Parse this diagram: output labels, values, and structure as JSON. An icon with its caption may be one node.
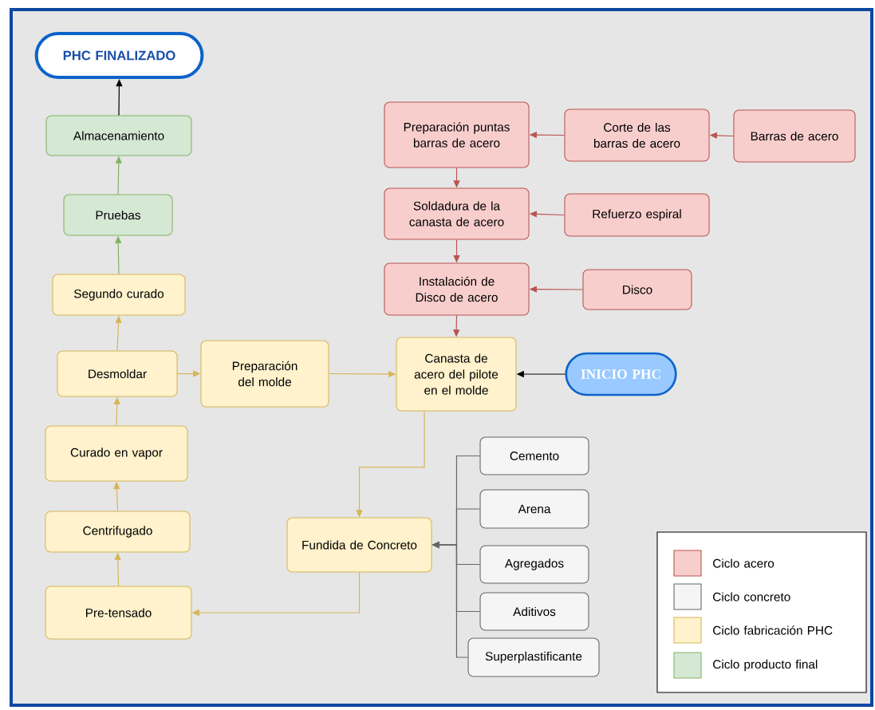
{
  "diagram": {
    "nodes": [
      {
        "text": [
          "PHC FINALIZADO"
        ]
      },
      {
        "text": [
          "Almacenamiento"
        ]
      },
      {
        "text": [
          "Pruebas"
        ]
      },
      {
        "text": [
          "Segundo curado"
        ]
      },
      {
        "text": [
          "Preparación puntas barras de acero"
        ]
      },
      {
        "text": [
          "Corte de las barras de acero"
        ]
      },
      {
        "text": [
          "Barras de acero"
        ]
      },
      {
        "text": [
          "Soldadura de la canasta de acero"
        ]
      },
      {
        "text": [
          "Refuerzo espiral"
        ]
      },
      {
        "text": [
          "Instalación de Disco de acero"
        ]
      },
      {
        "text": [
          "Disco"
        ]
      },
      {
        "text": [
          "Desmoldar"
        ]
      },
      {
        "text": [
          "Preparación del molde"
        ]
      },
      {
        "text": [
          "Canasta de acero del pilote en el molde"
        ]
      },
      {
        "text": [
          "INICIO PHC"
        ]
      },
      {
        "text": [
          "Curado en vapor"
        ]
      },
      {
        "text": [
          "Cemento"
        ]
      },
      {
        "text": [
          "Arena"
        ]
      },
      {
        "text": [
          "Centrifugado"
        ]
      },
      {
        "text": [
          "Fundida de Concreto"
        ]
      },
      {
        "text": [
          "Agregados"
        ]
      },
      {
        "text": [
          "Aditivos"
        ]
      },
      {
        "text": [
          "Pre-tensado"
        ]
      },
      {
        "text": [
          "Superplastificante"
        ]
      }
    ],
    "edges": [
      {
        "from": 6,
        "to": 5,
        "arrow": "to",
        "color": "#b85450"
      },
      {
        "from": 5,
        "to": 4,
        "arrow": "to",
        "color": "#b85450"
      },
      {
        "from": 4,
        "to": 7,
        "arrow": "to",
        "color": "#b85450"
      },
      {
        "from": 8,
        "to": 7,
        "arrow": "to",
        "color": "#b85450"
      },
      {
        "from": 7,
        "to": 9,
        "arrow": "to",
        "color": "#b85450"
      },
      {
        "from": 10,
        "to": 9,
        "arrow": "to",
        "color": "#b85450"
      },
      {
        "from": 9,
        "to": 13,
        "arrow": "to",
        "color": "#b85450"
      },
      {
        "from": 14,
        "to": 13,
        "arrow": "to",
        "color": "#000000"
      },
      {
        "from": 11,
        "to": 12,
        "arrow": "to"
      },
      {
        "from": 12,
        "to": 13,
        "arrow": "to"
      },
      {
        "from": 13,
        "to": 19,
        "arrow": "to"
      },
      {
        "from": 19,
        "to": 22,
        "arrow": "to"
      },
      {
        "from": 22,
        "to": 18,
        "arrow": "to"
      },
      {
        "from": 18,
        "to": 15,
        "arrow": "to"
      },
      {
        "from": 15,
        "to": 11,
        "arrow": "to"
      },
      {
        "from": 11,
        "to": 3,
        "arrow": "to"
      },
      {
        "from": 3,
        "to": 2,
        "arrow": "to",
        "color": "#82b366"
      },
      {
        "from": 2,
        "to": 1,
        "arrow": "to",
        "color": "#82b366"
      },
      {
        "from": 1,
        "to": 0,
        "arrow": "to",
        "color": "#000000"
      },
      {
        "from": 16,
        "to": 19,
        "arrow": "to",
        "color": "#666666"
      },
      {
        "from": 17,
        "to": 19,
        "arrow": "to",
        "color": "#666666"
      },
      {
        "from": 20,
        "to": 19,
        "arrow": "to",
        "color": "#666666"
      },
      {
        "from": 21,
        "to": 19,
        "arrow": "to",
        "color": "#666666"
      },
      {
        "from": 23,
        "to": 19,
        "arrow": "to",
        "color": "#666666"
      }
    ],
    "legend": [
      {
        "text": "Ciclo acero",
        "color": "#f8cecc"
      },
      {
        "text": "Ciclo concreto",
        "color": "#f5f5f5"
      },
      {
        "text": "Ciclo fabricación PHC",
        "color": "#fff2cc"
      },
      {
        "text": "Ciclo producto final",
        "color": "#d5e8d4"
      }
    ]
  }
}
